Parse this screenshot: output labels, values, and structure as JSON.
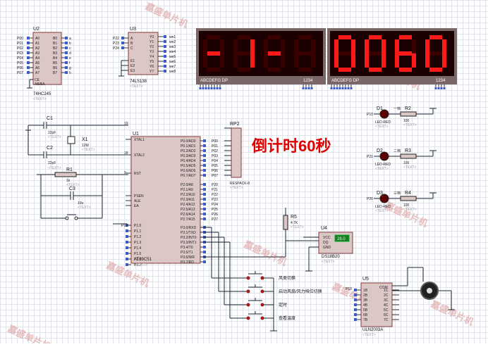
{
  "components": {
    "u2": {
      "ref": "U2",
      "part": "74HC245",
      "text": "<TEXT>",
      "left_pins": [
        "A0",
        "A1",
        "A2",
        "A3",
        "A4",
        "A5",
        "A6",
        "A7"
      ],
      "right_pins": [
        "B0",
        "B1",
        "B2",
        "B3",
        "B4",
        "B5",
        "B6",
        "B7"
      ],
      "bottom_pins": [
        "CE",
        "AB/BA"
      ],
      "left_nets": [
        "P00",
        "P01",
        "P02",
        "P03",
        "P04",
        "P05",
        "P06",
        "P07"
      ],
      "right_nets": [
        "a",
        "b",
        "c",
        "d",
        "e",
        "f",
        "g",
        "h"
      ]
    },
    "u3": {
      "ref": "U3",
      "part": "74LS138",
      "text": "<TEXT>",
      "left_pins": [
        "A",
        "B",
        "C",
        "E1",
        "E2",
        "E3"
      ],
      "right_pins": [
        "Y0",
        "Y1",
        "Y2",
        "Y3",
        "Y4",
        "Y5",
        "Y6",
        "Y7"
      ],
      "left_nets": [
        "P22",
        "P23",
        "P24"
      ],
      "right_nets": [
        "we1",
        "we2",
        "we3",
        "we4",
        "we5",
        "we6",
        "we7",
        "we8"
      ]
    },
    "display_left": {
      "digits": [
        "-",
        "1",
        "-",
        ""
      ],
      "seg_label": "ABCDEFG DP",
      "com_label": "1234"
    },
    "display_right": {
      "digits": [
        "0",
        "0",
        "6",
        "0"
      ],
      "seg_label": "ABCDEFG DP",
      "com_label": "1234"
    },
    "u1": {
      "ref": "U1",
      "part": "AT89C51",
      "text": "<TEXT>",
      "left_pins": [
        "XTAL1",
        "XTAL2",
        "RST",
        "PSEN",
        "ALE",
        "EA",
        "P1.0",
        "P1.1",
        "P1.2",
        "P1.3",
        "P1.4",
        "P1.5",
        "P1.6",
        "P1.7"
      ],
      "right_pins_p0": [
        "P0.0/AD0",
        "P0.1/AD1",
        "P0.2/AD2",
        "P0.3/AD3",
        "P0.4/AD4",
        "P0.5/AD5",
        "P0.6/AD6",
        "P0.7/AD7"
      ],
      "right_pins_p2": [
        "P2.0/A8",
        "P2.1/A9",
        "P2.2/A10",
        "P2.3/A11",
        "P2.4/A12",
        "P2.5/A13",
        "P2.6/A14",
        "P2.7/A15"
      ],
      "right_pins_p3": [
        "P3.0/RXD",
        "P3.1/TXD",
        "P3.2/INT0",
        "P3.3/INT1",
        "P3.4/T0",
        "P3.5/T1",
        "P3.6/WR",
        "P3.7/RD"
      ],
      "p0_nets": [
        "P00",
        "P01",
        "P02",
        "P03",
        "P04",
        "P05",
        "P06",
        "P07"
      ],
      "p2_nets": [
        "P20",
        "P21",
        "P22",
        "P23",
        "P24",
        "P25",
        "P26",
        "P27"
      ],
      "pin_xtal1": "19",
      "pin_xtal2": "18",
      "pin_rst": "9",
      "p10_net": "P10"
    },
    "c1": {
      "ref": "C1",
      "value": "22pF",
      "text": "<TEXT>"
    },
    "c2": {
      "ref": "C2",
      "value": "22pF",
      "text": "<TEXT>"
    },
    "x1": {
      "ref": "X1",
      "value": "12M",
      "text": "<TEXT>"
    },
    "r1": {
      "ref": "R1",
      "value": "1k",
      "text": "<TEXT>"
    },
    "c3": {
      "ref": "C3",
      "value": "10u",
      "text": "<TEXT>"
    },
    "rp2": {
      "ref": "RP2",
      "part": "RESPACK-8",
      "text": "<TEXT>"
    },
    "d1": {
      "ref": "D1",
      "part": "LED-RED",
      "text": "<TEXT>",
      "net": "P10",
      "note": "一档"
    },
    "d2": {
      "ref": "D2",
      "part": "LED-RED",
      "text": "<TEXT>",
      "net": "P21",
      "note": "二档"
    },
    "d3": {
      "ref": "D3",
      "part": "LED-RED",
      "text": "<TEXT>",
      "net": "P26",
      "note": "三档"
    },
    "r2": {
      "ref": "R2",
      "value": "100",
      "text": "<TEXT>"
    },
    "r3": {
      "ref": "R3",
      "value": "100",
      "text": "<TEXT>"
    },
    "r4": {
      "ref": "R4",
      "value": "100",
      "text": "<TEXT>"
    },
    "r5": {
      "ref": "R5",
      "value": "4.7K",
      "text": "<TEXT>"
    },
    "u4": {
      "ref": "U4",
      "part": "DS18B20",
      "text": "<TEXT>",
      "pins": [
        "VCC",
        "DQ",
        "GND"
      ],
      "reading": "28.0"
    },
    "u5": {
      "ref": "U5",
      "part": "ULN2003A",
      "text": "<TEXT>",
      "left_pins": [
        "1B",
        "2B",
        "3B",
        "4B",
        "5B",
        "6B",
        "7B"
      ],
      "right_pins": [
        "1C",
        "2C",
        "3C",
        "4C",
        "5C",
        "6C",
        "7C"
      ],
      "com": "COM",
      "net": "P10"
    },
    "buttons": [
      {
        "label": "风类切换"
      },
      {
        "label": "启动风扇/风力档位切换"
      },
      {
        "label": "定时"
      },
      {
        "label": "查看温度"
      }
    ]
  },
  "annotation": {
    "title": "倒计时60秒",
    "color": "#e00000"
  },
  "watermark": "嘉盛单片机",
  "colors": {
    "segment_on": "#ff1a1a",
    "display_bg": "#1a0000",
    "chip_fill": "#dcc7c7",
    "annotation": "#e00000"
  }
}
